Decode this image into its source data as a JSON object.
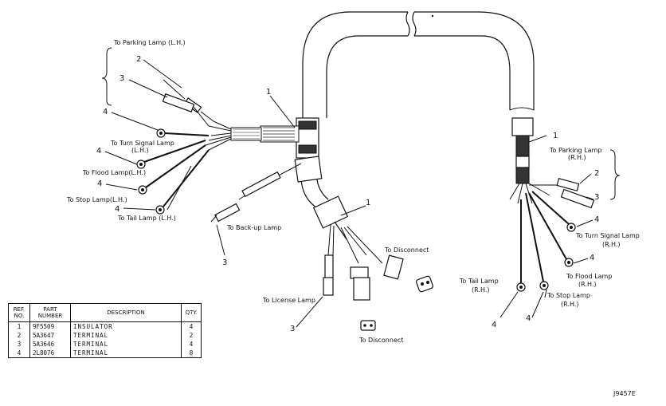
{
  "figure_id": "J9457E",
  "labels": {
    "parking_lamp_lh": "To Parking Lamp (L.H.)",
    "turn_signal_lh_1": "To Turn Signal Lamp",
    "turn_signal_lh_2": "(L.H.)",
    "flood_lh": "To Flood Lamp(L.H.)",
    "stop_lh": "To Stop Lamp(L.H.)",
    "tail_lh": "To Tail Lamp (L.H.)",
    "backup": "To Back-up Lamp",
    "license": "To License Lamp",
    "disconnect_1": "To Disconnect",
    "disconnect_2": "To Disconnect",
    "parking_rh_1": "To Parking Lamp",
    "parking_rh_2": "(R.H.)",
    "turn_signal_rh_1": "To Turn Signal Lamp",
    "turn_signal_rh_2": "(R.H.)",
    "flood_rh_1": "To Flood Lamp",
    "flood_rh_2": "(R.H.)",
    "stop_rh_1": "To Stop Lamp",
    "stop_rh_2": "(R.H.)",
    "tail_rh_1": "To Tail Lamp",
    "tail_rh_2": "(R.H.)"
  },
  "callouts": {
    "c1a": "1",
    "c1b": "1",
    "c1c": "1",
    "c2a": "2",
    "c2b": "2",
    "c3a": "3",
    "c3b": "3",
    "c3c": "3",
    "c3d": "3",
    "c4a": "4",
    "c4b": "4",
    "c4c": "4",
    "c4d": "4",
    "c4e": "4",
    "c4f": "4",
    "c4g": "4",
    "c4h": "4"
  },
  "table": {
    "headers": {
      "ref": "REF. NO.",
      "part": "PART NUMBER",
      "desc": "DESCRIPTION",
      "qty": "QTY."
    },
    "rows": [
      {
        "ref": "1",
        "part": "9F5509",
        "desc": "INSULATOR",
        "qty": "4"
      },
      {
        "ref": "2",
        "part": "5A3647",
        "desc": "TERMINAL",
        "qty": "2"
      },
      {
        "ref": "3",
        "part": "5A3646",
        "desc": "TERMINAL",
        "qty": "4"
      },
      {
        "ref": "4",
        "part": "2L8076",
        "desc": "TERMINAL",
        "qty": "8"
      }
    ]
  }
}
